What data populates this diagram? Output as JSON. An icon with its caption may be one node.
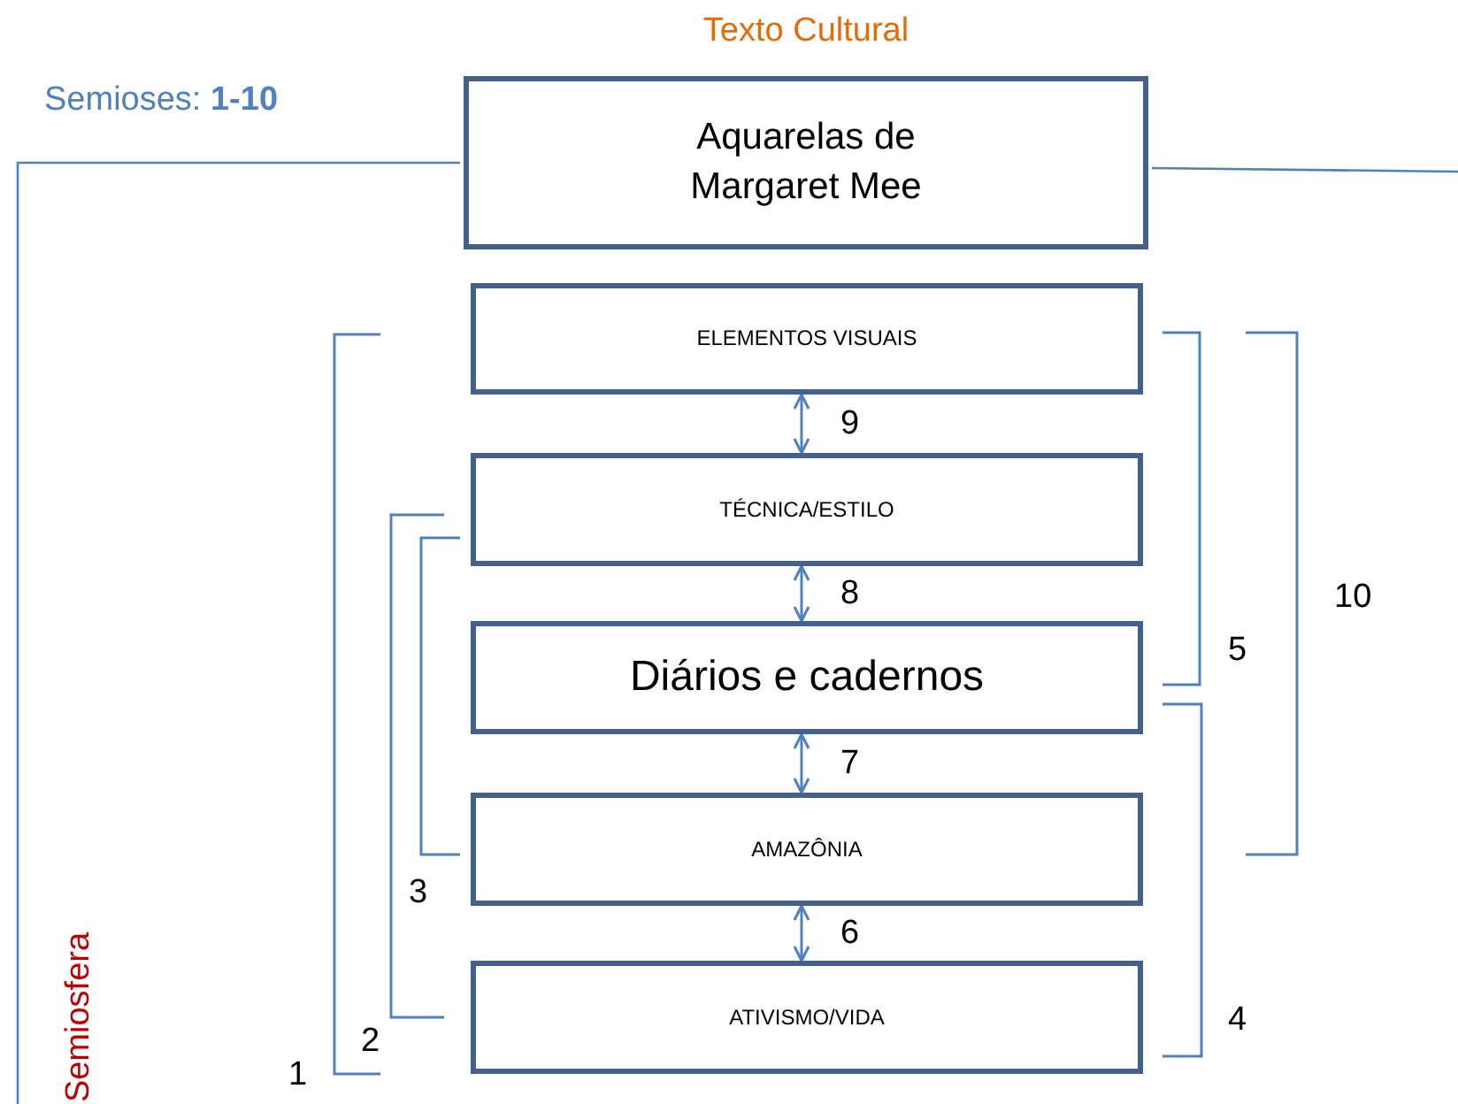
{
  "diagram": {
    "nodes": [
      {
        "text": [
          "Aquarelas de Margaret Mee"
        ],
        "beside": [
          "Texto Cultural"
        ]
      },
      {
        "text": [
          "ELEMENTOS VISUAIS"
        ]
      },
      {
        "text": [
          "TÉCNICA/ESTILO"
        ]
      },
      {
        "text": [
          "Diários e cadernos"
        ]
      },
      {
        "text": [
          "AMAZÔNIA"
        ]
      },
      {
        "text": [
          "ATIVISMO/VIDA"
        ]
      }
    ],
    "edges": [
      {
        "from": 1,
        "to": 2,
        "arrow": "both",
        "label": "9"
      },
      {
        "from": 2,
        "to": 3,
        "arrow": "both",
        "label": "8"
      },
      {
        "from": 3,
        "to": 4,
        "arrow": "both",
        "label": "7"
      },
      {
        "from": 4,
        "to": 5,
        "arrow": "both",
        "label": "6"
      }
    ],
    "labels": [
      "Semioses: **1-10**",
      "10",
      "5",
      "3",
      "4",
      "Semiosfera",
      "2",
      "1"
    ]
  }
}
